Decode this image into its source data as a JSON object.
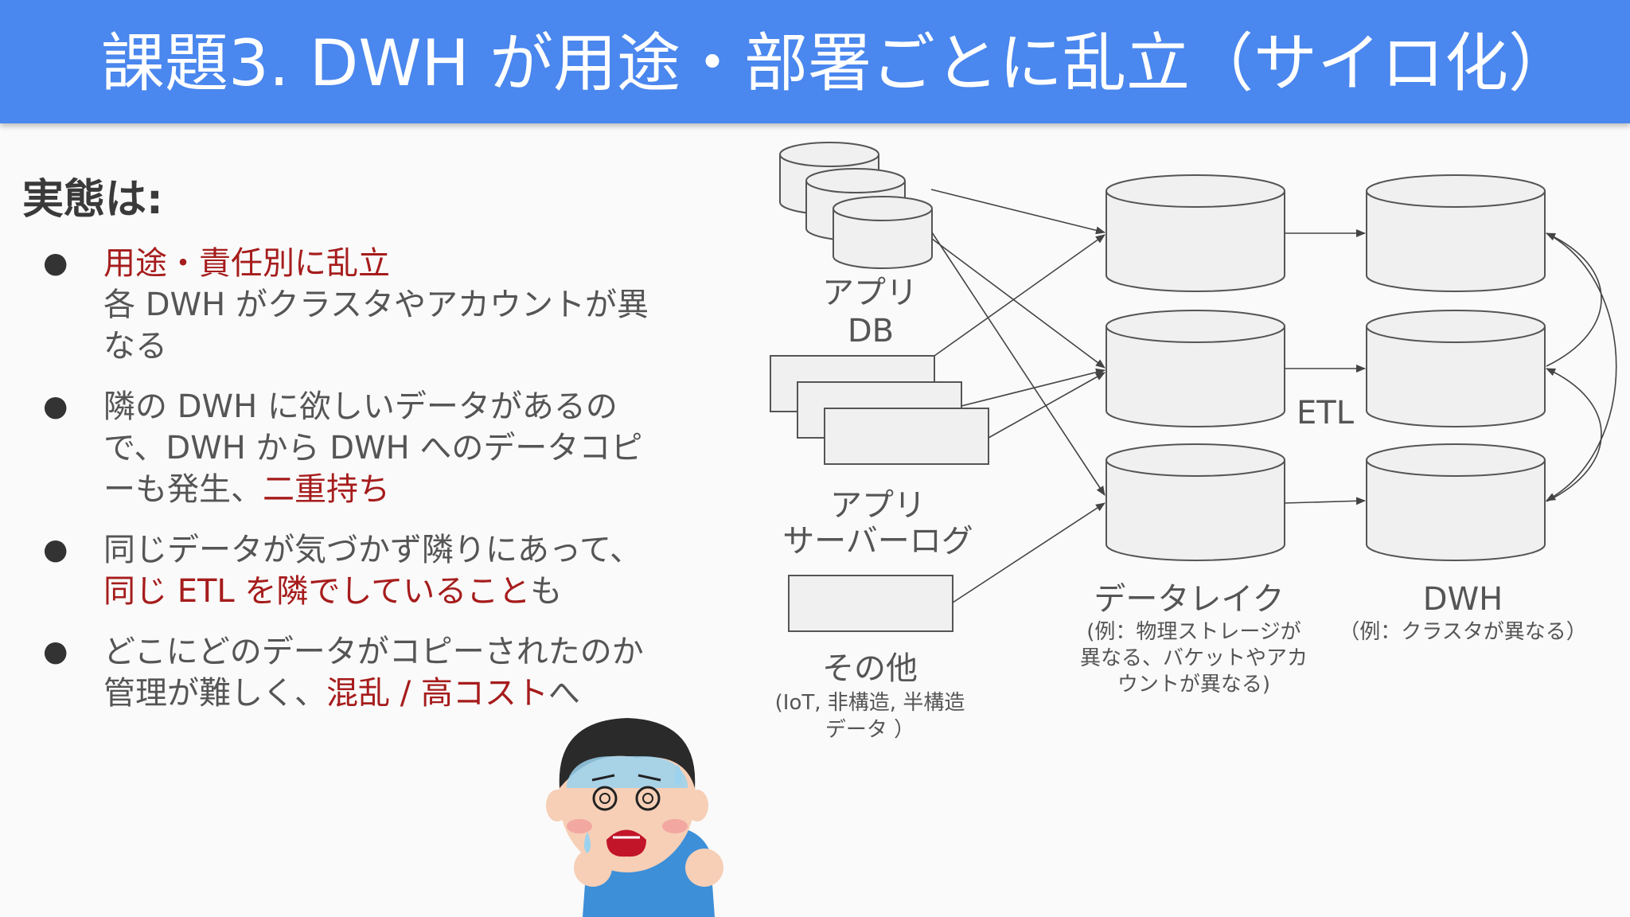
{
  "header": {
    "title": "課題3. DWH が用途・部署ごとに乱立（サイロ化）"
  },
  "subtitle": "実態は:",
  "bullets": [
    {
      "parts": [
        {
          "text": "用途・責任別に乱立",
          "red": true,
          "br": true
        },
        {
          "text": "各 DWH がクラスタやアカウントが異なる",
          "red": false
        }
      ]
    },
    {
      "parts": [
        {
          "text": "隣の DWH に欲しいデータがあるので、DWH から DWH へのデータコピーも発生、",
          "red": false
        },
        {
          "text": "二重持ち",
          "red": true
        }
      ]
    },
    {
      "parts": [
        {
          "text": "同じデータが気づかず隣りにあって、",
          "red": false
        },
        {
          "text": "同じ ETL を隣でしていること",
          "red": true
        },
        {
          "text": "も",
          "red": false
        }
      ]
    },
    {
      "parts": [
        {
          "text": "どこにどのデータがコピーされたのか管理が難しく、",
          "red": false
        },
        {
          "text": "混乱 / 高コスト",
          "red": true
        },
        {
          "text": "へ",
          "red": false
        }
      ]
    }
  ],
  "diagram": {
    "sources": {
      "app_db": [
        "アプリ",
        "DB"
      ],
      "app_log": [
        "アプリ",
        "サーバーログ"
      ],
      "other": [
        "その他"
      ],
      "other_note": [
        "(IoT, 非構造, 半構造",
        "データ ）"
      ]
    },
    "etl_label": "ETL",
    "datalake": {
      "label": "データレイク",
      "note": [
        "(例：物理ストレージが",
        "異なる、バケットやアカ",
        "ウントが異なる)"
      ]
    },
    "dwh": {
      "label": "DWH",
      "note": [
        "（例：クラスタが異なる）"
      ]
    }
  },
  "colors": {
    "header": "#4a87ee",
    "accent_red": "#a61c1c",
    "shape_fill": "#f0f0f0",
    "shape_stroke": "#555555"
  },
  "illustration": {
    "name": "worried-person-illustration"
  }
}
